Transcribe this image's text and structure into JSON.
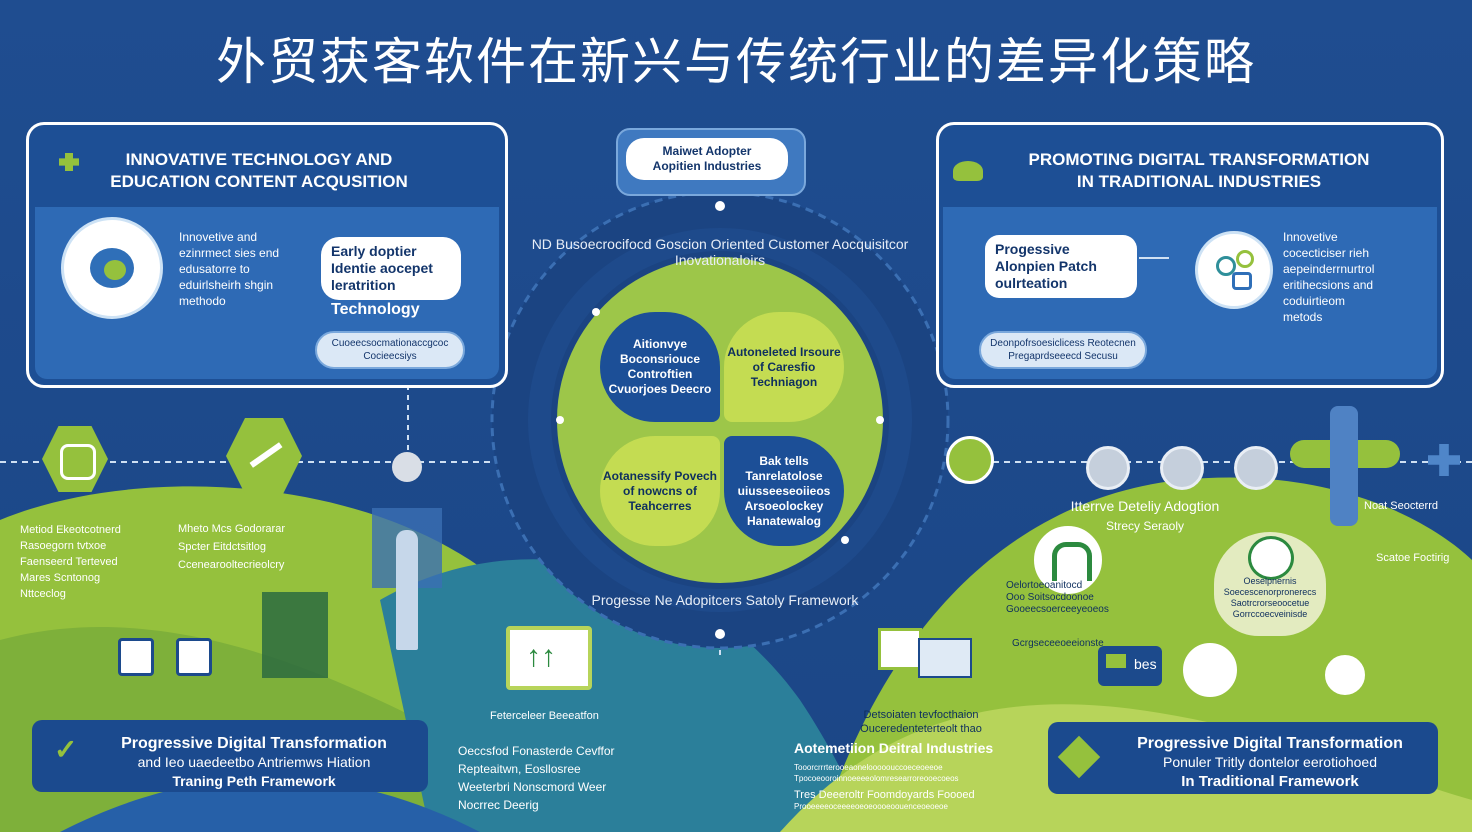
{
  "title": "外贸获客软件在新兴与传统行业的差异化策略",
  "colors": {
    "navy": "#1c4a8c",
    "green": "#95c13d",
    "light_green": "#b7d45a",
    "white": "#ffffff"
  },
  "left_panel": {
    "heading_line1": "INNOVATIVE TECHNOLOGY AND",
    "heading_line2": "EDUCATION CONTENT ACQUSITION",
    "body_lines": [
      "Innovetive and",
      "ezinrmect sies end",
      "edusatorre to",
      "eduirlsheirh shgin",
      "methodo"
    ],
    "bubble_lines": [
      "Early doptier",
      "Identie aocepet",
      "leratrition"
    ],
    "bubble_label": "Technology",
    "pill_lines": [
      "Cuoeecsocmationaccgcoc",
      "Cocieecsiys"
    ]
  },
  "right_panel": {
    "heading_line1": "PROMOTING DIGITAL TRANSFORMATION",
    "heading_line2": "IN TRADITIONAL INDUSTRIES",
    "bubble_lines": [
      "Progessive",
      "Alonpien Patch",
      "oulrteation"
    ],
    "body_lines": [
      "Innovetive",
      "cocecticiser rieh",
      "aepeinderrnurtrol",
      "eritihecsions and",
      "coduirtieom",
      "metods"
    ],
    "pill_lines": [
      "Deonpofrsoesiclicess Reotecnen",
      "Pregaprdseeecd Secusu"
    ]
  },
  "center": {
    "top_label_line1": "Maiwet Adopter",
    "top_label_line2": "Aopitien Industries",
    "ring_text": "ND Busoecrocifocd Goscion Oriented Customer Aocquisitcor Inovationaloirs",
    "bottom_ring_text": "Progesse Ne Adopitcers Satoly Framework",
    "quadrants": [
      "Aitionvye Boconsriouce Controftien Cvuorjoes Deecro",
      "Autoneleted Irsoure of Caresfio Techniagon",
      "Aotanessify Povech of nowcns of Teahcerres",
      "Bak tells Tanrelatolose uiusseeseoiieos Arsoeolockey Hanatewalog"
    ]
  },
  "left_notes": {
    "list_a": [
      "Metiod Ekeotcotnerd",
      "Rasoegorn tvtxoe",
      "Faenseerd Terteved",
      "Mares Scntonog",
      "Nttceclog"
    ],
    "list_b": [
      "Mheto Mcs Godorarar",
      "Spcter Eitdctsitlog",
      "Ccenearooltecrieolcry"
    ]
  },
  "center_bottom": {
    "caption": "Feterceleer Beeeatfon",
    "lines": [
      "Oeccsfod Fonasterde Cevffor",
      "Repteaitwn, Eosllosree",
      "Weeterbri Nonscmord Weer",
      "Nocrrec Deerig"
    ]
  },
  "right_bottom": {
    "adoption_line1": "Itterrve Deteliy Adogtion",
    "adoption_line2": "Strecy Seraoly",
    "side_note1": "Noat Seocterrd",
    "side_note2": "Scatoe Foctirig",
    "inner_lines": [
      "Oeselpnernis",
      "Soecescenorpronerecs",
      "Saotrcrorseoocetue",
      "Gorrccoecveinisde"
    ],
    "left_small": [
      "Oelortoeoanitocd",
      "Ooo Soitsocdoonoe",
      "Gooeecsoerceeyeoeos"
    ],
    "footer_label": "Gcrgseceeoeeionste",
    "chip_label": "bes",
    "caption": "Detsoiaten tevfocthaion",
    "caption2": "Ouceredenteterteolt thao",
    "title": "Aotemetiion Deitral Industries",
    "list_lines": [
      "Tooorcrrrterooeaonelooooouccoeceoeeoe",
      "Tpocoeooroinnoeeeeolomresearroreooecoeos"
    ],
    "list_heading": "Tres Deeeroltr Foomdoyards Foooed",
    "list_lines2": [
      "Prooeeeeoceeeeoeoeoooeoouenceoeoeoe"
    ]
  },
  "banner_left": {
    "line1": "Progressive Digital Transformation",
    "line2": "and Ieo uaedeetbo Antriemws  Hiation",
    "line3": "Traning Peth Framework"
  },
  "banner_right": {
    "line1": "Progressive Digital Transformation",
    "line2": "Ponuler Tritly dontelor eerotiohoed",
    "line3": "In Traditional Framework"
  }
}
